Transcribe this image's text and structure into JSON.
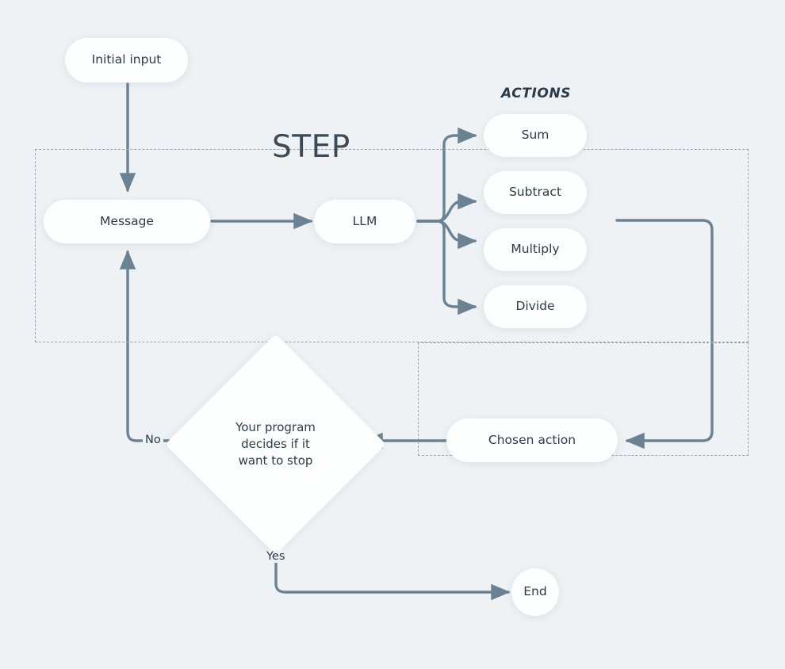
{
  "diagram": {
    "title": "Agent step loop flowchart",
    "background_color": "#eef2f4",
    "node_fill_color": "#fdfefe",
    "edge_color": "#6a8292",
    "text_color": "#2c3b47",
    "dashed_border_color": "#93a6b2"
  },
  "captions": {
    "step": "STEP",
    "actions": "ACTIONS"
  },
  "nodes": {
    "initial_input": "Initial input",
    "message": "Message",
    "llm": "LLM",
    "chosen_action": "Chosen action",
    "end": "End",
    "decision": "Your program decides if it want to stop"
  },
  "decision_lines": [
    "Your program",
    "decides if it",
    "want to stop"
  ],
  "actions": [
    {
      "label": "Sum"
    },
    {
      "label": "Subtract"
    },
    {
      "label": "Multiply"
    },
    {
      "label": "Divide"
    }
  ],
  "edge_labels": {
    "no": "No",
    "yes": "Yes"
  }
}
